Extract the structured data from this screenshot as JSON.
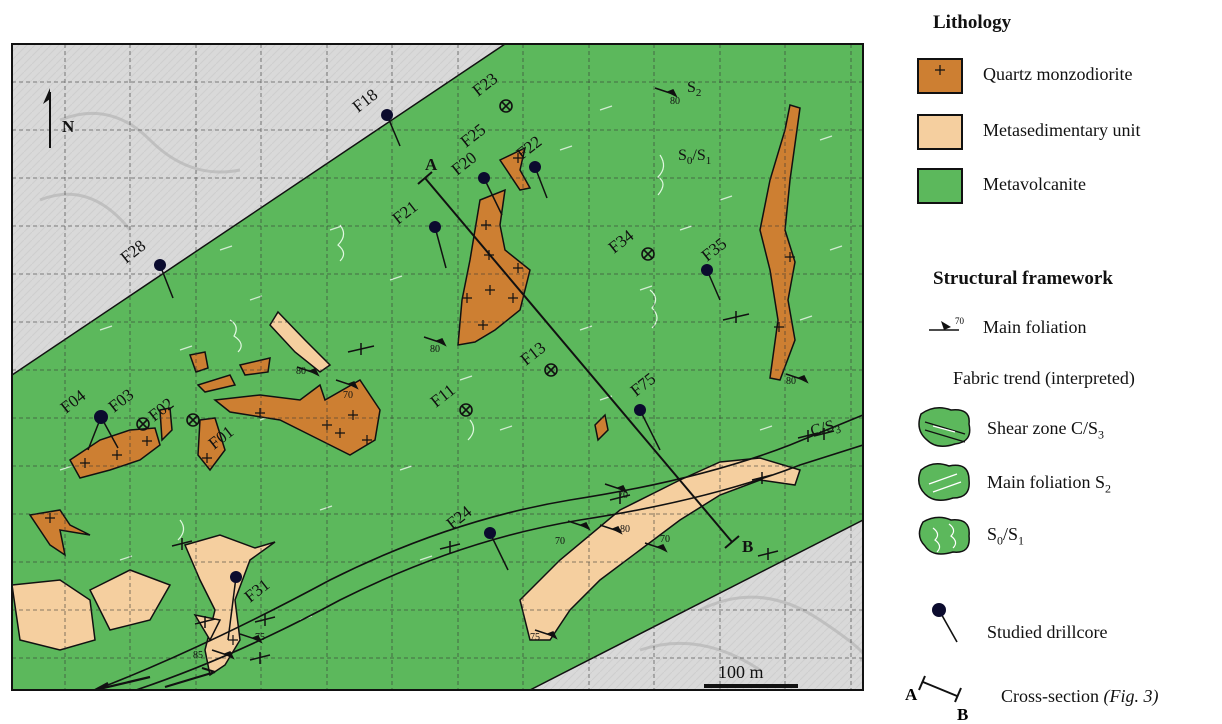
{
  "map": {
    "north_label": "N",
    "scale_label": "100 m",
    "section_start": "A",
    "section_end": "B",
    "shear_zone_label": "C/S",
    "shear_zone_sub": "3",
    "s2_label": "S",
    "s2_sub": "2",
    "s0s1_label_a": "S",
    "s0s1_sub_a": "0",
    "s0s1_label_b": "/S",
    "s0s1_sub_b": "1",
    "colors": {
      "metavolcanite": "#5cb85c",
      "monzodiorite": "#cd7f32",
      "metasediment": "#f5cf9f",
      "hillshade": "#d4d4d4",
      "outline": "#111111"
    },
    "drillcores": [
      {
        "id": "F18"
      },
      {
        "id": "F20"
      },
      {
        "id": "F21"
      },
      {
        "id": "F22"
      },
      {
        "id": "F25"
      },
      {
        "id": "F28"
      },
      {
        "id": "F35"
      },
      {
        "id": "F75"
      },
      {
        "id": "F24"
      },
      {
        "id": "F31"
      },
      {
        "id": "F04"
      },
      {
        "id": "F03"
      }
    ],
    "other_sites": [
      {
        "id": "F23"
      },
      {
        "id": "F34"
      },
      {
        "id": "F13"
      },
      {
        "id": "F11"
      },
      {
        "id": "F02"
      },
      {
        "id": "F01"
      }
    ],
    "dips": [
      "80",
      "80",
      "70",
      "80",
      "70",
      "80",
      "70",
      "70",
      "75",
      "75",
      "85",
      "80"
    ]
  },
  "legend": {
    "lithology_title": "Lithology",
    "lithology": [
      {
        "label": "Quartz monzodiorite",
        "color": "#cd7f32"
      },
      {
        "label": "Metasedimentary unit",
        "color": "#f5cf9f"
      },
      {
        "label": "Metavolcanite",
        "color": "#5cb85c"
      }
    ],
    "structure_title": "Structural framework",
    "main_foliation": {
      "label": "Main foliation",
      "dip": "70"
    },
    "fabric_title": "Fabric trend (interpreted)",
    "fabric_items": [
      {
        "label": "Shear zone C/S",
        "sub": "3"
      },
      {
        "label": "Main foliation S",
        "sub": "2"
      },
      {
        "label": "S",
        "sub": "0",
        "label2": "/S",
        "sub2": "1"
      }
    ],
    "drillcore_label": "Studied drillcore",
    "cross_section": {
      "a": "A",
      "b": "B",
      "label": "Cross-section",
      "ref": "(Fig. 3)"
    }
  }
}
